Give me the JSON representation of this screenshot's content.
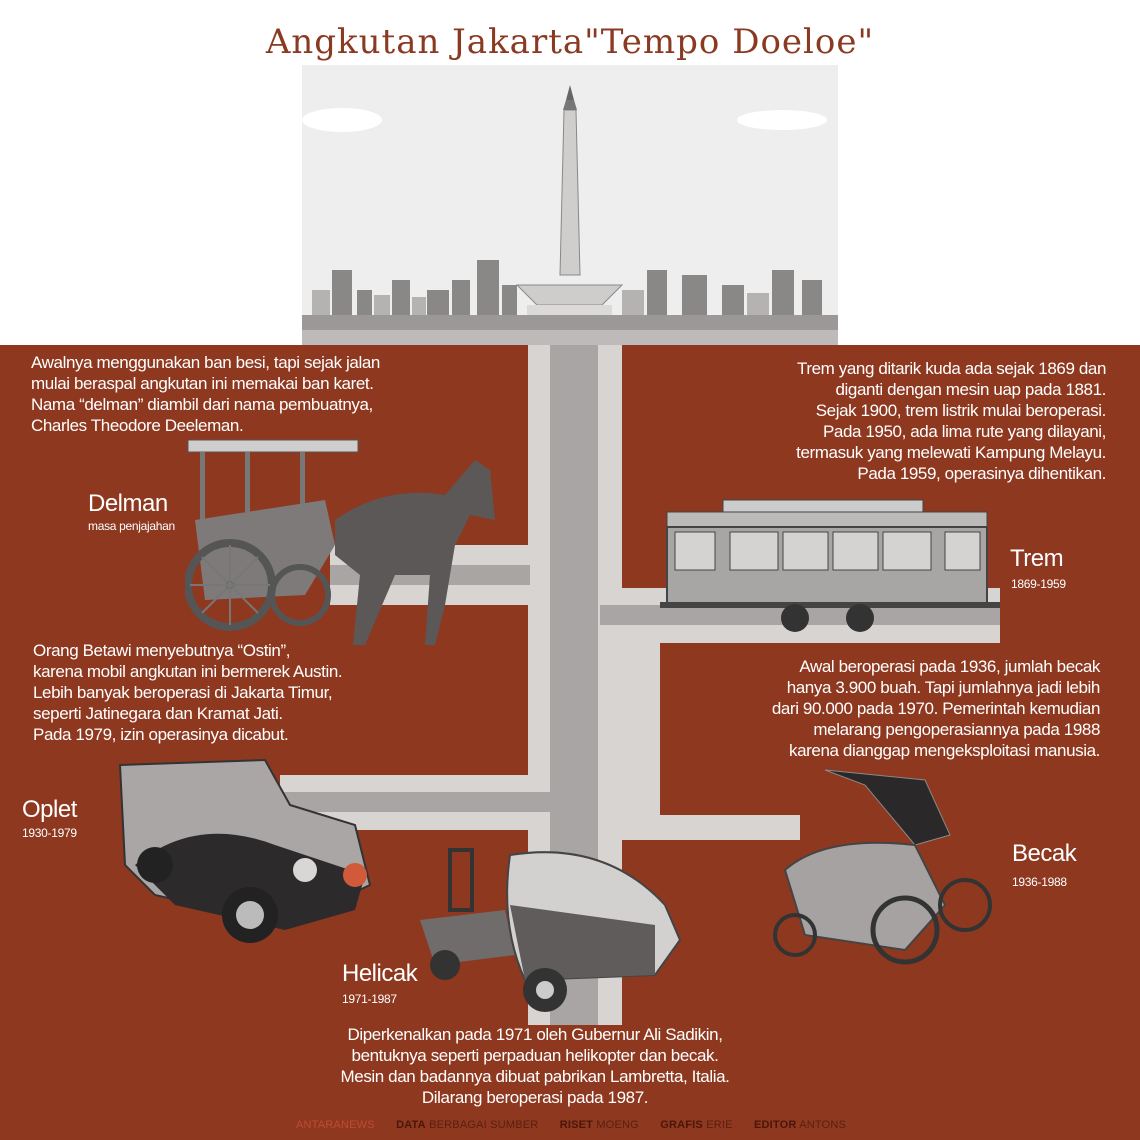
{
  "title": "Angkutan Jakarta\"Tempo Doeloe\"",
  "vehicles": {
    "delman": {
      "name": "Delman",
      "period": "masa penjajahan",
      "lines": [
        "Awalnya menggunakan ban besi, tapi sejak jalan",
        "mulai beraspal angkutan ini memakai ban karet.",
        "Nama “delman” diambil dari nama pembuatnya,",
        "Charles Theodore Deeleman."
      ]
    },
    "trem": {
      "name": "Trem",
      "period": "1869-1959",
      "lines": [
        "Trem yang ditarik kuda ada sejak 1869 dan",
        "diganti dengan mesin uap pada 1881.",
        "Sejak 1900, trem listrik mulai beroperasi.",
        "Pada 1950, ada lima rute yang dilayani,",
        "termasuk yang melewati Kampung Melayu.",
        "Pada 1959, operasinya dihentikan."
      ]
    },
    "oplet": {
      "name": "Oplet",
      "period": "1930-1979",
      "lines": [
        "Orang Betawi menyebutnya “Ostin”,",
        "karena mobil angkutan ini bermerek Austin.",
        "Lebih banyak beroperasi di Jakarta Timur,",
        "seperti Jatinegara dan Kramat Jati.",
        "Pada 1979, izin operasinya dicabut."
      ]
    },
    "becak": {
      "name": "Becak",
      "period": "1936-1988",
      "lines": [
        "Awal beroperasi pada 1936, jumlah becak",
        "hanya 3.900 buah. Tapi jumlahnya jadi lebih",
        "dari 90.000 pada 1970. Pemerintah kemudian",
        "melarang pengoperasiannya pada 1988",
        "karena dianggap mengeksploitasi manusia."
      ]
    },
    "helicak": {
      "name": "Helicak",
      "period": "1971-1987",
      "lines": [
        "Diperkenalkan pada 1971 oleh Gubernur Ali Sadikin,",
        "bentuknya seperti perpaduan helikopter dan becak.",
        "Mesin dan badannya dibuat pabrikan Lambretta, Italia.",
        "Dilarang beroperasi pada 1987."
      ]
    }
  },
  "footer": {
    "logo": "ANTARANEWS",
    "data_label": "DATA",
    "data_value": "BERBAGAI SUMBER",
    "riset_label": "RISET",
    "riset_value": "MOENG",
    "grafis_label": "GRAFIS",
    "grafis_value": "ERIE",
    "editor_label": "EDITOR",
    "editor_value": "ANTONS"
  },
  "colors": {
    "background": "#8e3820",
    "title": "#8b3a22",
    "road": "#d8d4d2"
  }
}
